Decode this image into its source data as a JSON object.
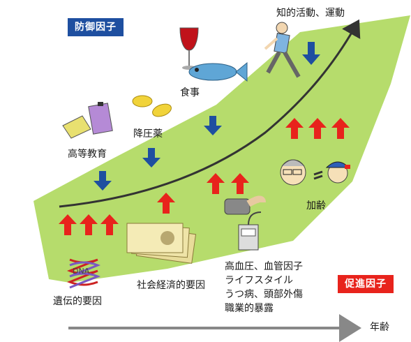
{
  "tags": {
    "protective": "防御因子",
    "promoting": "促進因子"
  },
  "labels": {
    "intellect": "知的活動、運動",
    "diet": "食事",
    "medicine": "降圧薬",
    "education": "高等教育",
    "aging": "加齢",
    "genetics": "遺伝的要因",
    "socioeconomic": "社会経済的要因",
    "age_axis": "年齢",
    "dna": "DNA",
    "risk_lines": [
      "高血圧、血管因子",
      "ライフスタイル",
      "うつ病、頭部外傷",
      "職業的暴露"
    ]
  },
  "colors": {
    "field": "#b6dc6c",
    "protective": "#1e4fa0",
    "promoting": "#e8231c",
    "curve": "#333333",
    "axis": "#888888"
  },
  "icons": [
    "books-icon",
    "coins-icon",
    "wine-glass-icon",
    "fish-icon",
    "runner-icon",
    "elderly-face-icon",
    "child-face-icon",
    "dna-icon",
    "banknotes-icon",
    "blood-pressure-monitor-icon"
  ]
}
